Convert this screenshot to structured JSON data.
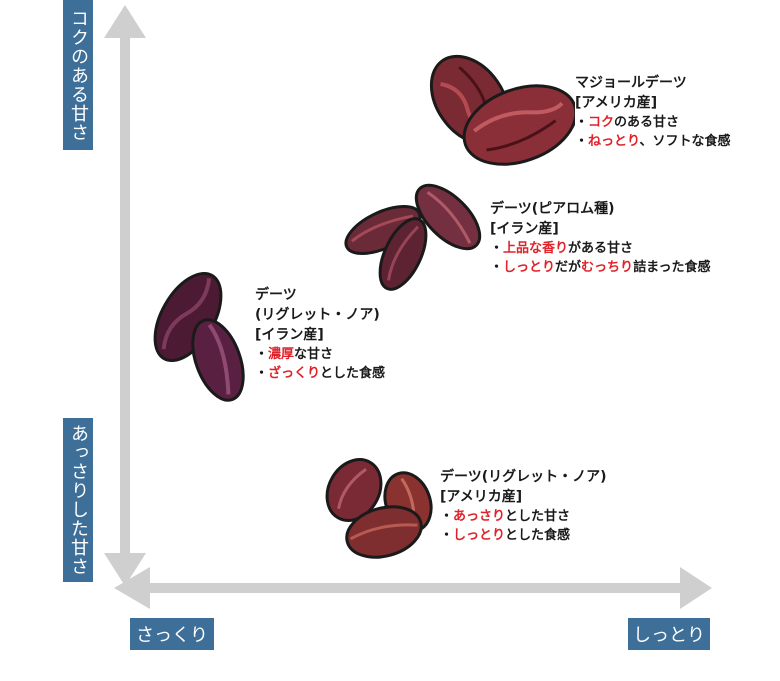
{
  "axes": {
    "y_top": "コクのある甘さ",
    "y_bottom": "あっさりした甘さ",
    "x_left": "さっくり",
    "x_right": "しっとり"
  },
  "items": [
    {
      "title_lines": [
        "マジョールデーツ",
        "[アメリカ産]"
      ],
      "b1_red": "コク",
      "b1_rest": "のある甘さ",
      "b2_red": "ねっとり",
      "b2_rest": "、ソフトな食感"
    },
    {
      "title_lines": [
        "デーツ(ピアロム種)",
        "[イラン産]"
      ],
      "b1_red": "上品な香り",
      "b1_rest": "がある甘さ",
      "b2_red": "しっとり",
      "b2_mid": "だが",
      "b2_red2": "むっちり",
      "b2_rest": "詰まった食感"
    },
    {
      "title_lines": [
        "デーツ",
        "(リグレット・ノア)",
        "[イラン産]"
      ],
      "b1_red": "濃厚",
      "b1_rest": "な甘さ",
      "b2_red": "ざっくり",
      "b2_rest": "とした食感"
    },
    {
      "title_lines": [
        "デーツ(リグレット・ノア)",
        "[アメリカ産]"
      ],
      "b1_red": "あっさり",
      "b1_rest": "とした甘さ",
      "b2_red": "しっとり",
      "b2_rest": "とした食感"
    }
  ],
  "bullet": "・",
  "colors": {
    "axis": "#cfcfcf",
    "label_bg": "#3d6f99",
    "accent": "#e0222a"
  }
}
